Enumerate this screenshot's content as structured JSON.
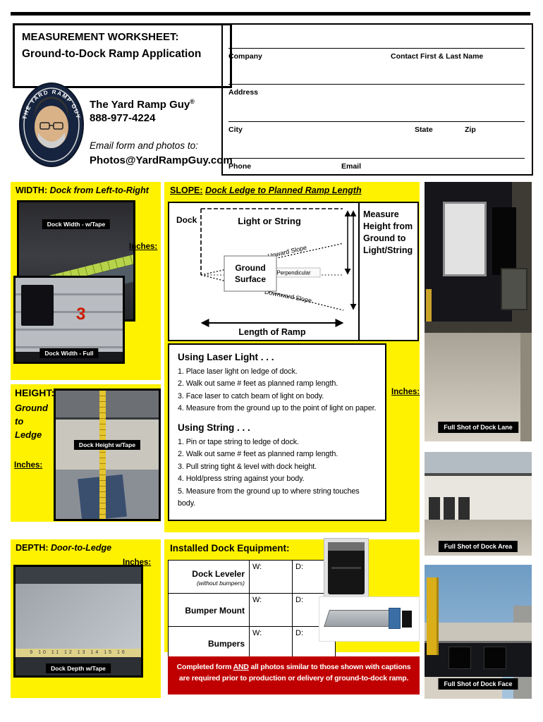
{
  "colors": {
    "section_yellow": "#FFF200",
    "notice_red": "#C00000",
    "caption_bg": "#000000"
  },
  "header": {
    "title_line1": "MEASUREMENT WORKSHEET:",
    "title_line2": "Ground-to-Dock Ramp Application"
  },
  "contact_form": {
    "company": "Company",
    "contact": "Contact First & Last Name",
    "address": "Address",
    "city": "City",
    "state": "State",
    "zip": "Zip",
    "phone": "Phone",
    "email": "Email"
  },
  "brand": {
    "logo_arc_text": "THE YARD RAMP GUY",
    "name": "The Yard Ramp Guy",
    "reg": "®",
    "phone": "888-977-4224",
    "email_note": "Email form and photos to:",
    "email": "Photos@YardRampGuy.com"
  },
  "width_section": {
    "title": "WIDTH:",
    "subtitle": "Dock from Left-to-Right",
    "photo_tape_caption": "Dock Width - w/Tape",
    "inches_label": "Inches:",
    "photo_full_caption": "Dock Width - Full",
    "door_number": "3"
  },
  "height_section": {
    "title": "HEIGHT:",
    "subtitle_line1": "Ground",
    "subtitle_line2": "to",
    "subtitle_line3": "Ledge",
    "photo_caption": "Dock Height w/Tape",
    "inches_label": "Inches:"
  },
  "depth_section": {
    "title": "DEPTH:",
    "subtitle": "Door-to-Ledge",
    "inches_label": "Inches:",
    "photo_caption": "Dock Depth w/Tape",
    "tape_numbers": "9   10   11   12   13   14   15   16"
  },
  "slope_section": {
    "title": "SLOPE:",
    "subtitle": "Dock Ledge to Planned Ramp Length",
    "diagram": {
      "dock": "Dock",
      "light_or_string": "Light or String",
      "upward": "Upward Slope",
      "no_slope": "No Slope - Perpendicular",
      "downward": "Downward Slope",
      "ground_line1": "Ground",
      "ground_line2": "Surface",
      "measure_note": "Measure Height from Ground to Light/String",
      "length_label": "Length of Ramp"
    },
    "inches_label": "Inches:",
    "laser_heading": "Using Laser Light . . .",
    "laser_steps": [
      "1. Place laser light on ledge of dock.",
      "2. Walk out same # feet as planned ramp length.",
      "3. Face laser to catch beam of light on body.",
      "4. Measure from the ground up to the point of light on paper."
    ],
    "string_heading": "Using String . . .",
    "string_steps": [
      "1. Pin or tape string to ledge of dock.",
      "2. Walk out same # feet as planned ramp length.",
      "3. Pull string tight & level with dock height.",
      "4. Hold/press string against your body.",
      "5. Measure from the ground up to where string touches body."
    ]
  },
  "equipment_section": {
    "title": "Installed Dock Equipment:",
    "w_label": "W:",
    "d_label": "D:",
    "rows": [
      {
        "label": "Dock Leveler",
        "sublabel": "(without bumpers)"
      },
      {
        "label": "Bumper Mount",
        "sublabel": ""
      },
      {
        "label": "Bumpers",
        "sublabel": ""
      }
    ]
  },
  "notice": {
    "part1": "Completed form ",
    "emphasis": "AND",
    "part2": " all photos similar to those shown with captions are required prior to production or delivery of ground-to-dock ramp."
  },
  "dock_photos": {
    "lane_caption": "Full Shot of Dock Lane",
    "area_caption": "Full Shot of Dock Area",
    "face_caption": "Full Shot of Dock Face"
  }
}
